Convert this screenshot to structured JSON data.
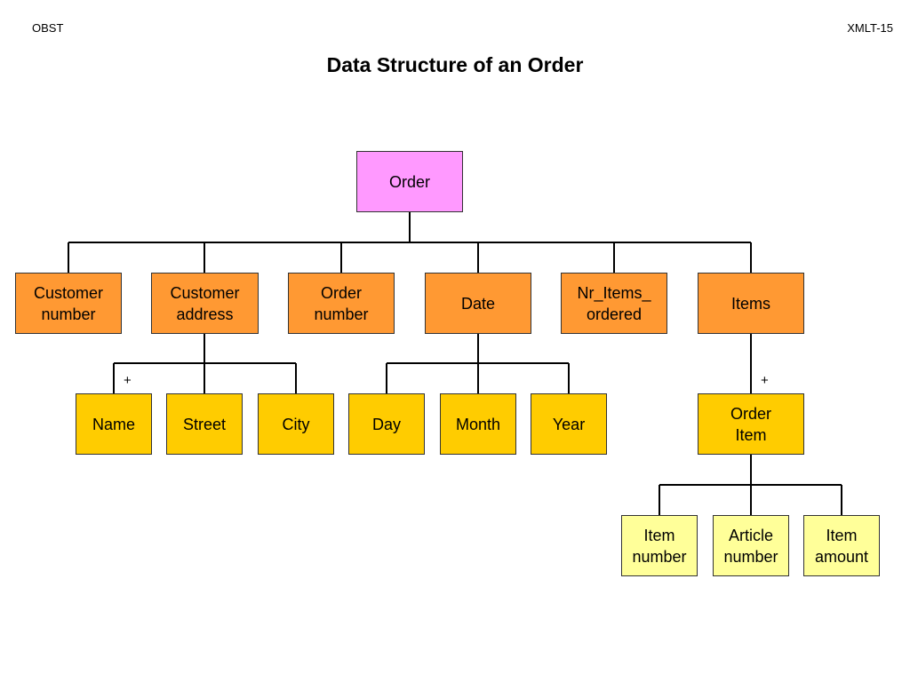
{
  "header": {
    "left": "OBST",
    "right": "XMLT-15"
  },
  "title": "Data Structure of an Order",
  "diagram": {
    "root": "Order",
    "level1": [
      "Customer\nnumber",
      "Customer\naddress",
      "Order\nnumber",
      "Date",
      "Nr_Items_\nordered",
      "Items"
    ],
    "address_children": [
      "Name",
      "Street",
      "City"
    ],
    "date_children": [
      "Day",
      "Month",
      "Year"
    ],
    "items_child": "Order\nItem",
    "order_item_children": [
      "Item\nnumber",
      "Article\nnumber",
      "Item\namount"
    ],
    "repeat_marker": "+",
    "colors": {
      "root": "#ff99ff",
      "level1": "#ff9933",
      "level2": "#ffcc00",
      "level3": "#ffff99"
    }
  }
}
